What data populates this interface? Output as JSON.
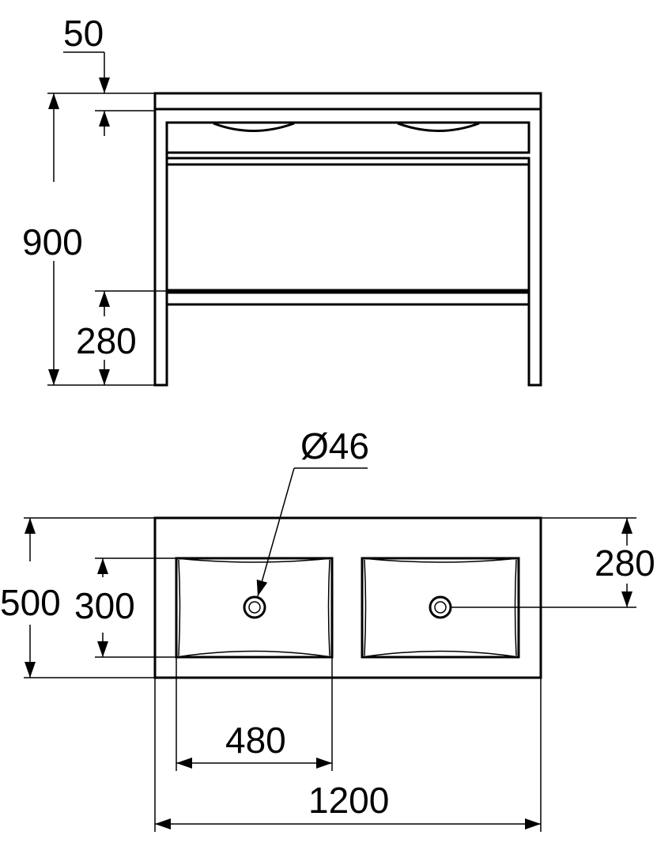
{
  "front_view": {
    "dims": {
      "top_thickness": "50",
      "height": "900",
      "leg_clearance": "280"
    }
  },
  "top_view": {
    "dims": {
      "drain_diameter": "Ø46",
      "depth": "500",
      "basin_depth": "300",
      "drain_offset": "280",
      "basin_width": "480",
      "total_width": "1200"
    }
  }
}
